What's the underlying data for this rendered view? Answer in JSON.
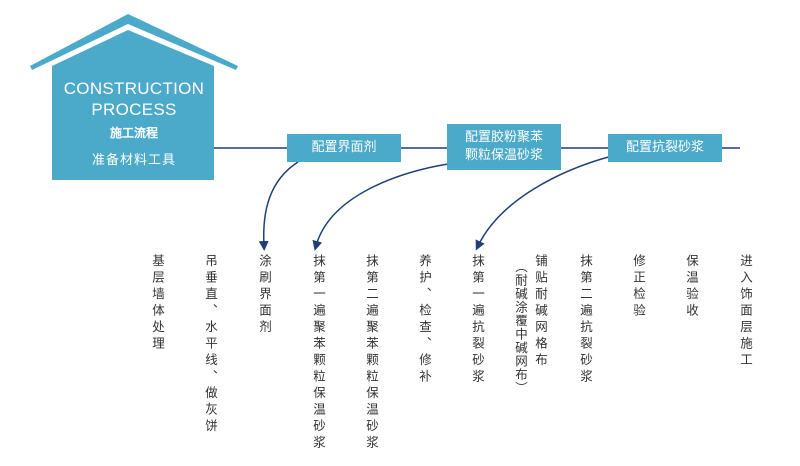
{
  "colors": {
    "house": "#4ba9c9",
    "line": "#1e3f78",
    "box": "#4ba9c9",
    "text": "#333333"
  },
  "house": {
    "title_line1": "CONSTRUCTION",
    "title_line2": "PROCESS",
    "subtitle": "施工流程",
    "tools": "准备材料工具"
  },
  "steps": [
    {
      "label": "配置界面剂"
    },
    {
      "label_line1": "配置胶粉聚苯",
      "label_line2": "颗粒保温砂浆"
    },
    {
      "label": "配置抗裂砂浆"
    }
  ],
  "columns": [
    {
      "text": "基层墙体处理"
    },
    {
      "text": "吊垂直、水平线、做灰饼"
    },
    {
      "text": "涂刷界面剂"
    },
    {
      "text": "抹第一遍聚苯颗粒保温砂浆"
    },
    {
      "text": "抹第二遍聚苯颗粒保温砂浆"
    },
    {
      "text": "养护、检查、修补"
    },
    {
      "text": "抹第一遍抗裂砂浆"
    },
    {
      "line1": "铺贴耐碱网格布",
      "line2": "（耐碱涂覆中碱网布）"
    },
    {
      "text": "抹第二遍抗裂砂浆"
    },
    {
      "text": "修正检验"
    },
    {
      "text": "保温验收"
    },
    {
      "text": "进入饰面层施工"
    }
  ]
}
